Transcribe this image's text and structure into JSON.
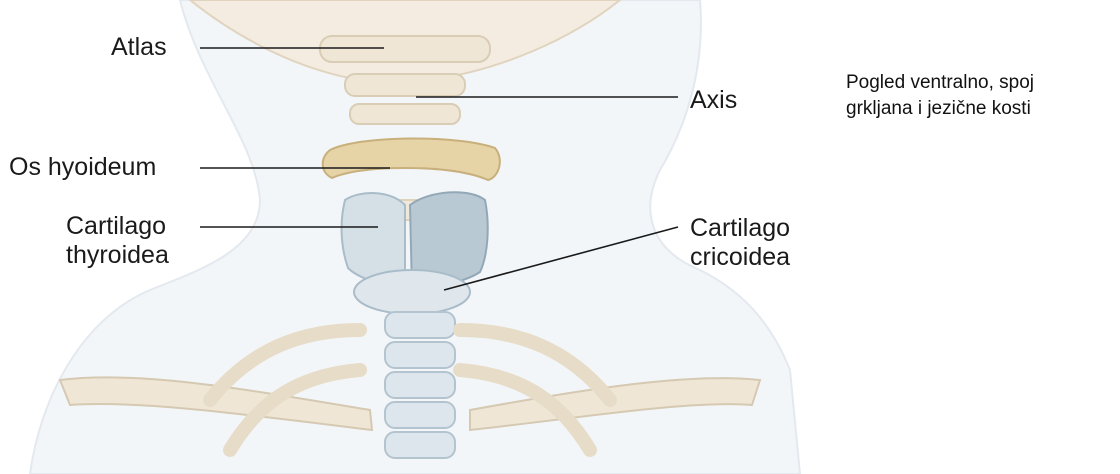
{
  "labels": {
    "atlas": "Atlas",
    "axis": "Axis",
    "os_hyoideum": "Os hyoideum",
    "cartilago_thyroidea_line1": "Cartilago",
    "cartilago_thyroidea_line2": "thyroidea",
    "cartilago_cricoidea_line1": "Cartilago",
    "cartilago_cricoidea_line2": "cricoidea"
  },
  "caption": {
    "line1": "Pogled ventralno, spoj",
    "line2": "grkljana i jezične kosti"
  },
  "colors": {
    "bone": "#efe6d6",
    "bone_shadow": "#d9cdb6",
    "hyoid": "#e6d3a6",
    "cartilage": "#d4dfe6",
    "cartilage_shadow": "#a9bcc9",
    "skin": "#f3f6f9",
    "leader_line": "#1a1a1a"
  }
}
